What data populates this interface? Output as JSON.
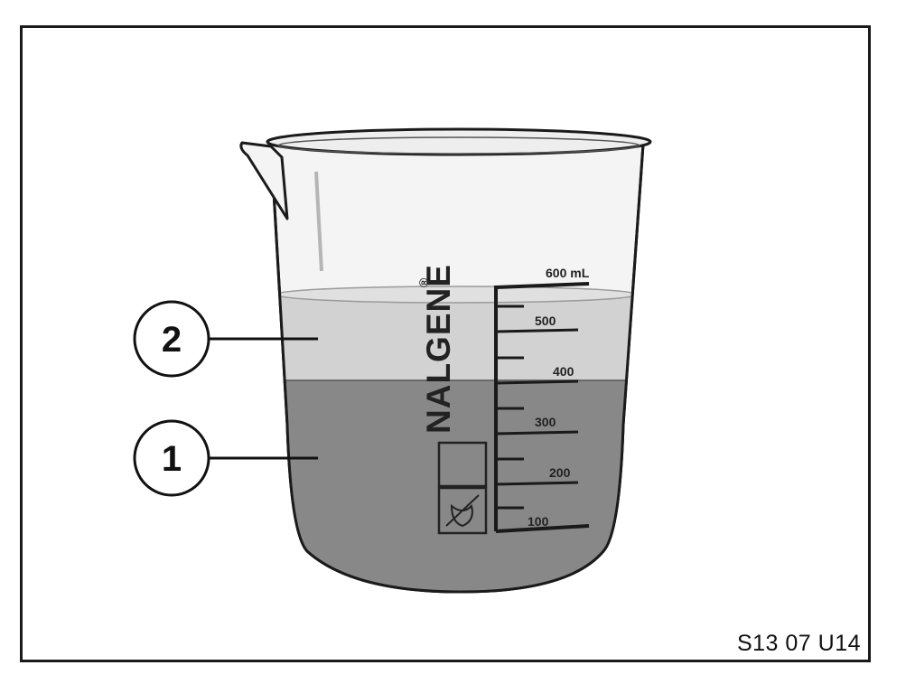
{
  "figure": {
    "code": "S13 07 U14",
    "callouts": [
      {
        "label": "2"
      },
      {
        "label": "1"
      }
    ],
    "beaker": {
      "brand": "NALGENE",
      "brand_mark": "®",
      "scale_labels": [
        "600 mL",
        "500",
        "400",
        "300",
        "200",
        "100"
      ],
      "colors": {
        "liquid_lower": "#888888",
        "liquid_upper": "#d2d2d2",
        "glass": "#f4f4f4",
        "outline": "#1a1a1a"
      }
    }
  }
}
